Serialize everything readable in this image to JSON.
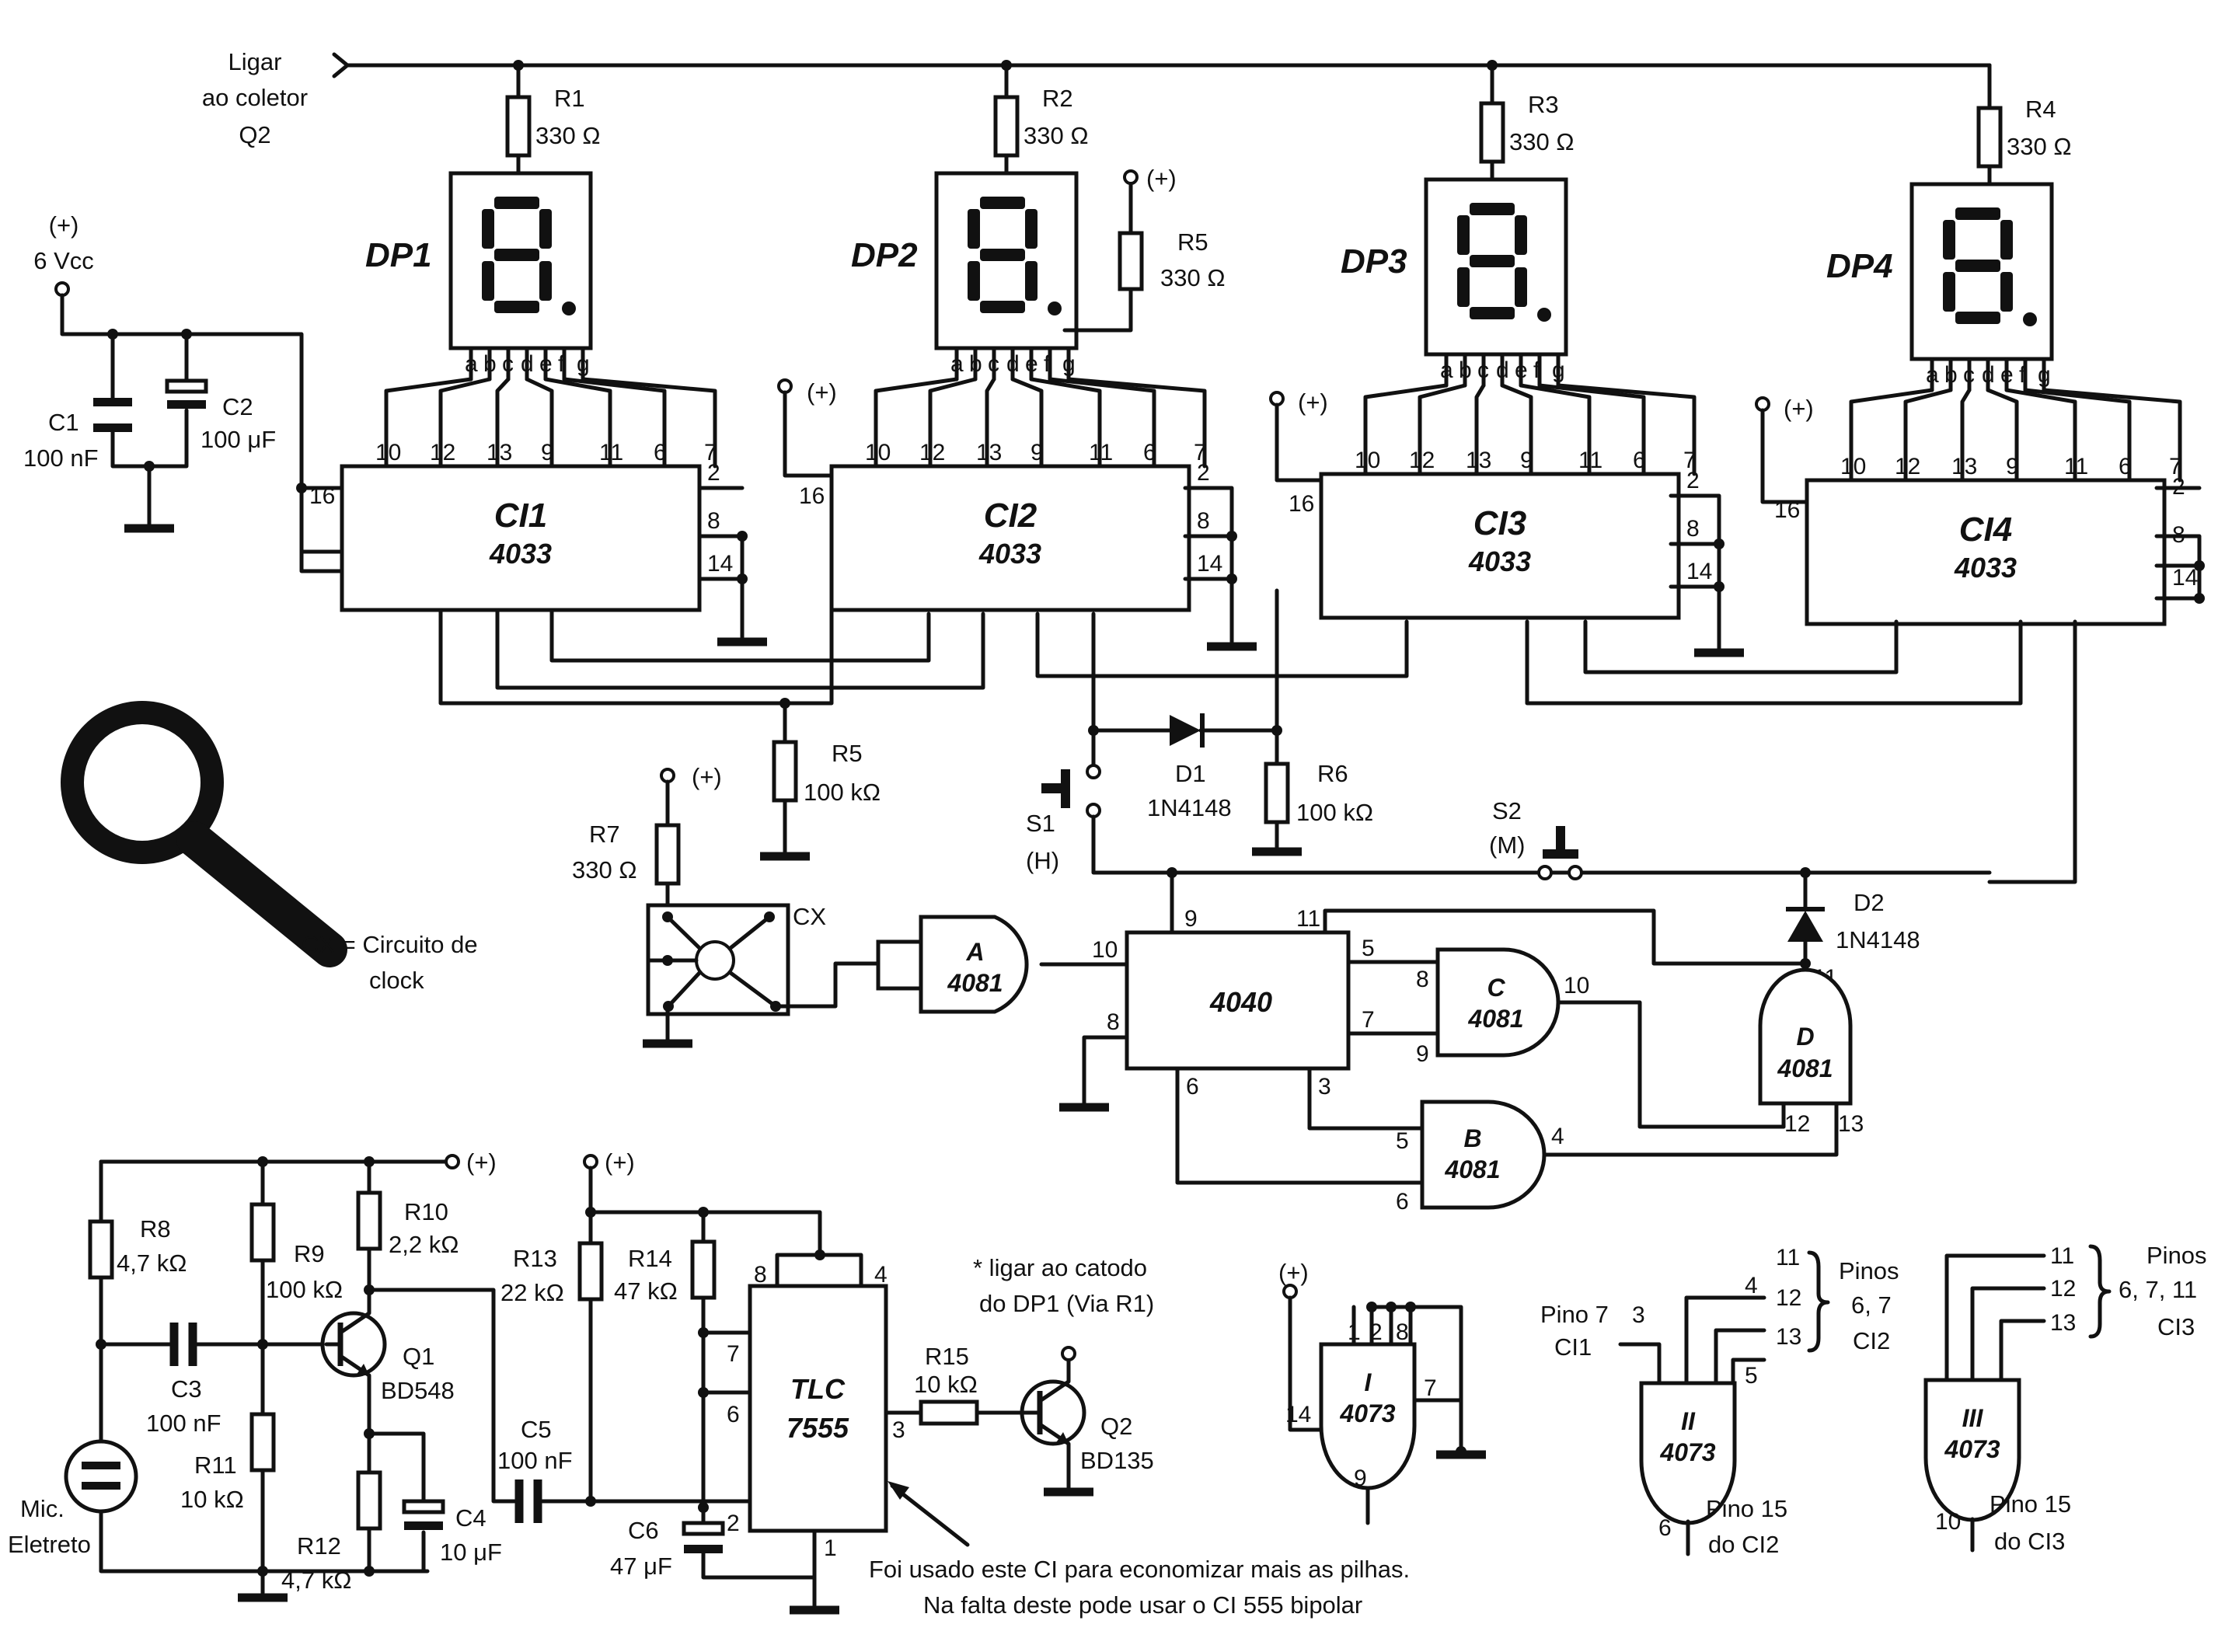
{
  "supply": {
    "label": "(+)",
    "value": "6 Vcc"
  },
  "collector_note": [
    "Ligar",
    "ao coletor",
    "Q2"
  ],
  "displays": [
    {
      "name": "DP1",
      "resistor": "R1",
      "value": "330 Ω"
    },
    {
      "name": "DP2",
      "resistor": "R2",
      "value": "330 Ω"
    },
    {
      "name": "DP3",
      "resistor": "R3",
      "value": "330 Ω"
    },
    {
      "name": "DP4",
      "resistor": "R4",
      "value": "330 Ω"
    }
  ],
  "segments": [
    "a",
    "b",
    "c",
    "d",
    "e",
    "f",
    "g"
  ],
  "counter_pins_top": [
    "10",
    "12",
    "13",
    "9",
    "11",
    "6",
    "7"
  ],
  "counters": [
    {
      "name": "CI1",
      "part": "4033"
    },
    {
      "name": "CI2",
      "part": "4033"
    },
    {
      "name": "CI3",
      "part": "4033"
    },
    {
      "name": "CI4",
      "part": "4033"
    }
  ],
  "plus": "(+)",
  "capacitors": {
    "c1": {
      "name": "C1",
      "value": "100 nF"
    },
    "c2": {
      "name": "C2",
      "value": "100 μF"
    },
    "c3": {
      "name": "C3",
      "value": "100 nF"
    },
    "c4": {
      "name": "C4",
      "value": "10 μF"
    },
    "c5": {
      "name": "C5",
      "value": "100 nF"
    },
    "c6": {
      "name": "C6",
      "value": "47 μF"
    }
  },
  "resistors": {
    "r5a": {
      "name": "R5",
      "value": "330 Ω"
    },
    "r5b": {
      "name": "R5",
      "value": "100 kΩ"
    },
    "r6": {
      "name": "R6",
      "value": "100 kΩ"
    },
    "r7": {
      "name": "R7",
      "value": "330 Ω"
    },
    "r8": {
      "name": "R8",
      "value": "4,7 kΩ"
    },
    "r9": {
      "name": "R9",
      "value": "100 kΩ"
    },
    "r10": {
      "name": "R10",
      "value": "2,2 kΩ"
    },
    "r11": {
      "name": "R11",
      "value": "10 kΩ"
    },
    "r12": {
      "name": "R12",
      "value": "4,7 kΩ"
    },
    "r13": {
      "name": "R13",
      "value": "22 kΩ"
    },
    "r14": {
      "name": "R14",
      "value": "47 kΩ"
    },
    "r15": {
      "name": "R15",
      "value": "10 kΩ"
    }
  },
  "diodes": {
    "d1": {
      "name": "D1",
      "value": "1N4148"
    },
    "d2": {
      "name": "D2",
      "value": "1N4148"
    }
  },
  "switches": {
    "s1": {
      "name": "S1",
      "mode": "(H)"
    },
    "s2": {
      "name": "S2",
      "mode": "(M)"
    }
  },
  "clock": {
    "name": "CX",
    "legend": [
      "CX = Circuito de",
      "clock"
    ]
  },
  "gates": {
    "a": {
      "name": "A",
      "part": "4081"
    },
    "b": {
      "name": "B",
      "part": "4081"
    },
    "c": {
      "name": "C",
      "part": "4081"
    },
    "d": {
      "name": "D",
      "part": "4081"
    }
  },
  "binary_counter": {
    "part": "4040"
  },
  "transistors": {
    "q1": {
      "name": "Q1",
      "part": "BD548"
    },
    "q2": {
      "name": "Q2",
      "part": "BD135"
    }
  },
  "microphone": [
    "Mic.",
    "Eletreto"
  ],
  "timer": {
    "name": "TLC",
    "part": "7555"
  },
  "notes": {
    "cathode": [
      "* ligar ao catodo",
      "do DP1 (Via R1)"
    ],
    "timer": [
      "Foi usado este CI para economizar mais as pilhas.",
      "Na falta deste pode usar o CI 555 bipolar"
    ]
  },
  "and3_gates": [
    {
      "name": "I",
      "part": "4073"
    },
    {
      "name": "II",
      "part": "4073"
    },
    {
      "name": "III",
      "part": "4073"
    }
  ],
  "and3_labels": {
    "g2_in": [
      "Pino 7",
      "CI1"
    ],
    "g2_pins_label": [
      "Pinos",
      "6, 7",
      "CI2"
    ],
    "g2_out": [
      "Pino 15",
      "do CI2"
    ],
    "g3_pins_label": [
      "Pinos",
      "6, 7, 11",
      "CI3"
    ],
    "g3_out": [
      "Pino 15",
      "do CI3"
    ]
  }
}
